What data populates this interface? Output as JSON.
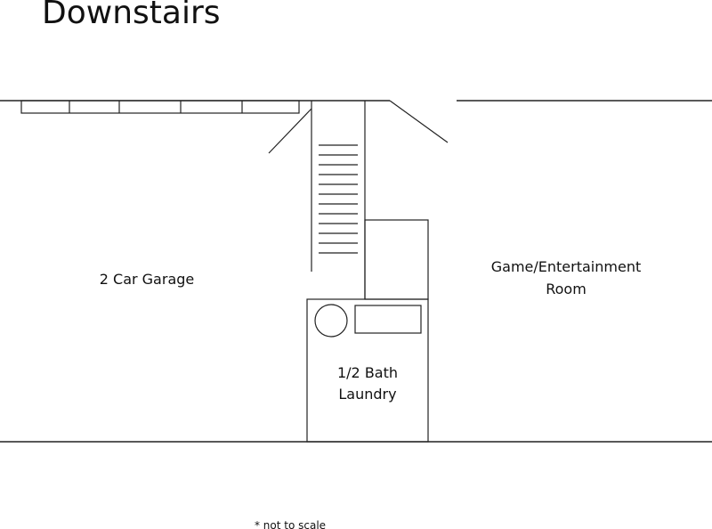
{
  "title": "Downstairs",
  "rooms": {
    "garage": "2 Car Garage",
    "game_line1": "Game/Entertainment",
    "game_line2": "Room",
    "bath_line1": "1/2 Bath",
    "bath_line2": "Laundry"
  },
  "footnote": "* not to scale",
  "colors": {
    "line": "#222222",
    "background": "#ffffff"
  }
}
